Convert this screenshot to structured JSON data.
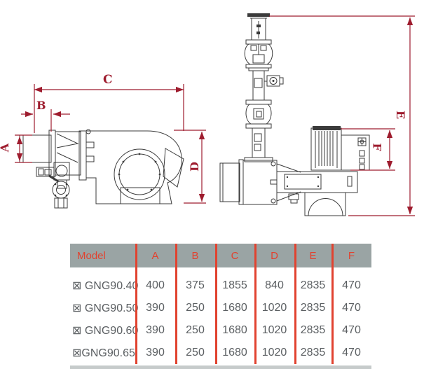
{
  "diagram": {
    "title": "burner dimensional drawing",
    "dimension_labels": {
      "A": "A",
      "B": "B",
      "C": "C",
      "D": "D",
      "E": "E",
      "F": "F"
    },
    "colors": {
      "dimension_red": "#9e1c2e",
      "table_accent_red": "#e1422f",
      "header_background": "#9aa4a4",
      "drawing_line": "#3b3b3b",
      "table_text": "#5b5f62"
    }
  },
  "table": {
    "header": {
      "model": "Model",
      "cols": [
        "A",
        "B",
        "C",
        "D",
        "E",
        "F"
      ]
    },
    "rows": [
      {
        "model": "⊠ GNG90.40",
        "values": [
          "400",
          "375",
          "1855",
          "840",
          "2835",
          "470"
        ]
      },
      {
        "model": "⊠ GNG90.50",
        "values": [
          "390",
          "250",
          "1680",
          "1020",
          "2835",
          "470"
        ]
      },
      {
        "model": "⊠ GNG90.60",
        "values": [
          "390",
          "250",
          "1680",
          "1020",
          "2835",
          "470"
        ]
      },
      {
        "model": "⊠GNG90.65",
        "values": [
          "390",
          "250",
          "1680",
          "1020",
          "2835",
          "470"
        ]
      }
    ]
  }
}
